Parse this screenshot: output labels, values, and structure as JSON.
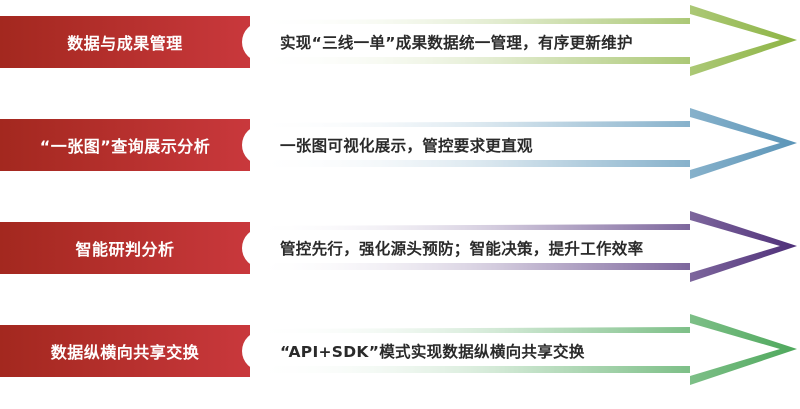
{
  "rows": [
    {
      "label": "数据与成果管理",
      "description": "实现“三线一单”成果数据统一管理，有序更新维护",
      "arrow_color": "#8db444",
      "label_color": "#c4353a"
    },
    {
      "label": "“一张图”查询展示分析",
      "description": "一张图可视化展示，管控要求更直观",
      "arrow_color": "#5b95b8",
      "label_color": "#c4353a"
    },
    {
      "label": "智能研判分析",
      "description": "管控先行，强化源头预防；智能决策，提升工作效率",
      "arrow_color": "#4e2f79",
      "label_color": "#c4353a"
    },
    {
      "label": "数据纵横向共享交换",
      "description": "“API+SDK”模式实现数据纵横向共享交换",
      "arrow_color": "#4ea85c",
      "label_color": "#c4353a"
    }
  ]
}
